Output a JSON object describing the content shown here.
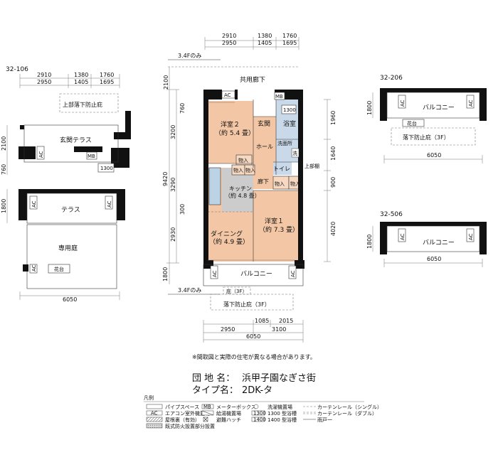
{
  "note": "※間取図と実際の住宅が異なる場合があります。",
  "info": {
    "estate_label": "団 地 名：",
    "estate_value": "浜甲子園なぎさ街",
    "type_label": "タイプ名：",
    "type_value": "2DK-タ"
  },
  "legend": {
    "title": "凡例",
    "items": {
      "ps_sym": "",
      "ps": "パイプスペース",
      "ac_sym": "AC",
      "ac": "エアコン室外機置場",
      "rooftop": "屋根裏（有効）",
      "quake": "既式防火設置部分設置",
      "mb_sym": "MB",
      "mb": "メーターボックス",
      "dryer": "給湯機置場",
      "hatch": "避難ハッチ",
      "boiler": "洗濯機置場",
      "bath1300_sym": "1300",
      "bath1300": "1300 型浴槽",
      "bath1400_sym": "1400",
      "bath1400": "1400 型浴槽",
      "curtain_single": "カーテンレール（シングル）",
      "curtain_double": "カーテンレール（ダブル）",
      "window_rail": "雨戸一"
    }
  },
  "main": {
    "dims_top_a": [
      "2910",
      "1380",
      "1760"
    ],
    "dims_top_b": [
      "2950",
      "1405",
      "1695"
    ],
    "floor_note_top": "3.4Fのみ",
    "corridor": "共用廊下",
    "left_dims": [
      "2100",
      "760",
      "3200",
      "9420",
      "3290",
      "300",
      "2930",
      "1800"
    ],
    "right_dims": [
      "1960",
      "1640",
      "900",
      "4020"
    ],
    "ac": "AC",
    "mb": "MB",
    "bath_no": "1300",
    "rooms": {
      "western2": "洋室２",
      "western2_area": "（約 5.4 畳）",
      "entrance": "玄関",
      "bath": "浴室",
      "hall": "ホール",
      "washroom": "洗面所",
      "wash_mark": "洗",
      "storage": "物入",
      "toilet": "トイレ",
      "upper_shelf": "上部棚",
      "hallway": "廊下",
      "kitchen": "キッチン",
      "kitchen_area": "（約 4.8 畳）",
      "dining": "ダイニング",
      "dining_area": "（約 4.9 畳）",
      "western1": "洋室１",
      "western1_area": "（約 7.3 畳）",
      "balcony": "バルコニー"
    },
    "floor_note_bottom": "3.4Fのみ",
    "eaves": "庇（3F）",
    "fall_guard": "落下防止庇（3F）",
    "dims_bottom_a": [
      "1085",
      "2015"
    ],
    "dims_bottom_b": [
      "2950",
      "3100"
    ],
    "dims_bottom_total": "6050"
  },
  "unit106": {
    "label": "32-106",
    "dims_top_a": [
      "2910",
      "1380",
      "1760"
    ],
    "dims_top_b": [
      "2950",
      "1405",
      "1695"
    ],
    "fall_guard_top": "上部落下防止庇",
    "entrance_terrace": "玄関テラス",
    "left_dims": [
      "2100",
      "760",
      "1800"
    ],
    "ac": "AC",
    "mb": "MB",
    "bath_no": "1300",
    "terrace": "テラス",
    "garden": "専用庭",
    "planter": "花台",
    "width": "6050"
  },
  "unit206": {
    "label": "32-206",
    "dim": "1800",
    "ac": "AC",
    "balcony": "バルコニー",
    "planter": "花台",
    "fall_guard": "落下防止庇（3F）",
    "width": "6050"
  },
  "unit506": {
    "label": "32-506",
    "dim": "1800",
    "ac": "AC",
    "balcony": "バルコニー",
    "width": "6050"
  }
}
